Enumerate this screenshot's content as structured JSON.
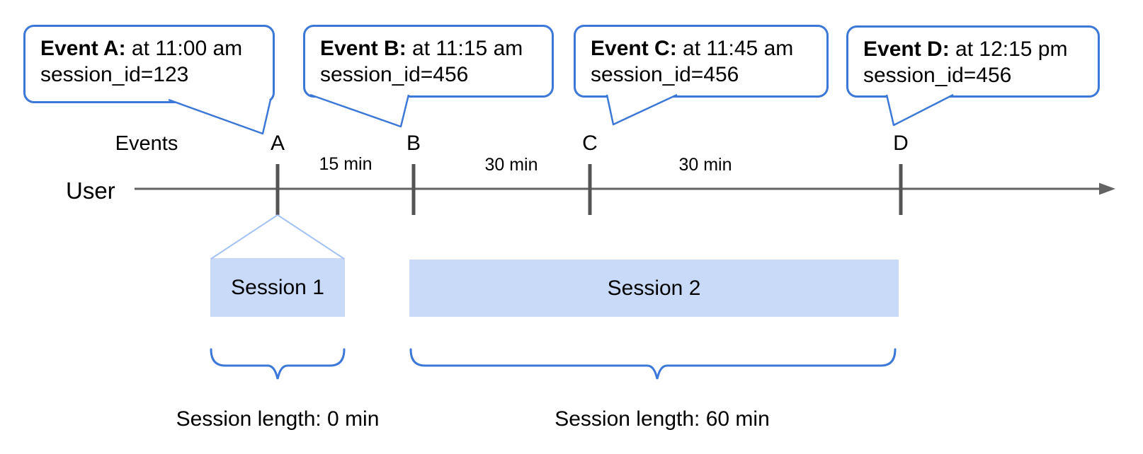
{
  "colors": {
    "callout_border": "#3c78d8",
    "brace": "#3c78d8",
    "funnel_line": "#a4c2f4",
    "session_fill": "#c9daf8",
    "timeline_gray": "#636363",
    "tick_gray": "#555555",
    "text_color": "#000000"
  },
  "axis": {
    "events_label": "Events",
    "user_label": "User"
  },
  "callouts": [
    {
      "event": "A",
      "title": "Event A:",
      "detail": "at 11:00 am",
      "session_line": "session_id=123"
    },
    {
      "event": "B",
      "title": "Event B:",
      "detail": "at 11:15 am",
      "session_line": "session_id=456"
    },
    {
      "event": "C",
      "title": "Event C:",
      "detail": "at 11:45 am",
      "session_line": "session_id=456"
    },
    {
      "event": "D",
      "title": "Event D:",
      "detail": "at 12:15 pm",
      "session_line": "session_id=456"
    }
  ],
  "markers": [
    "A",
    "B",
    "C",
    "D"
  ],
  "intervals": [
    "15 min",
    "30 min",
    "30 min"
  ],
  "sessions": [
    {
      "label": "Session 1",
      "length_label": "Session length: 0 min"
    },
    {
      "label": "Session 2",
      "length_label": "Session length: 60 min"
    }
  ]
}
